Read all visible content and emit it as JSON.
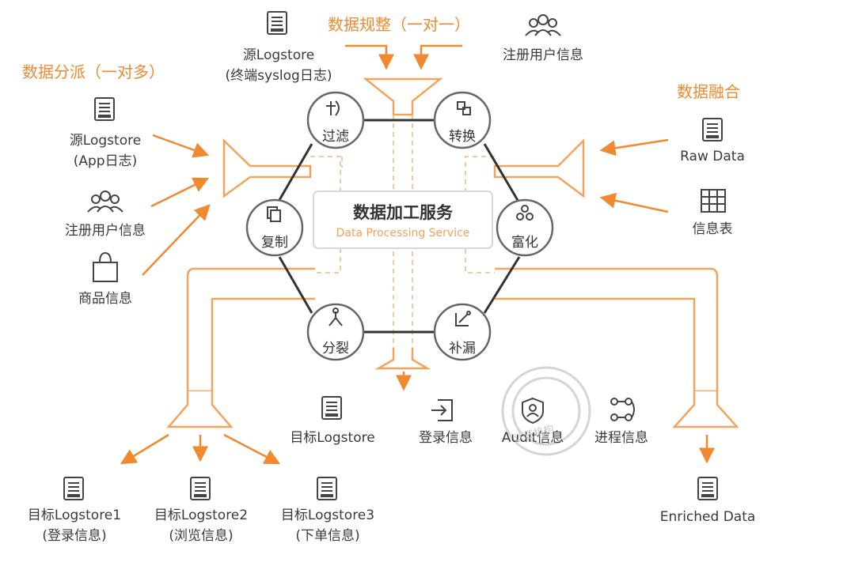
{
  "headings": {
    "data_regulate": "数据规整（一对一）",
    "data_dispatch": "数据分派（一对多）",
    "data_fusion": "数据融合"
  },
  "center": {
    "title_cn": "数据加工服务",
    "title_en": "Data Processing Service"
  },
  "operations": {
    "filter": "过滤",
    "convert": "转换",
    "copy": "复制",
    "enrich": "富化",
    "split": "分裂",
    "fill": "补漏"
  },
  "top_inputs": {
    "source_syslog_line1": "源Logstore",
    "source_syslog_line2": "(终端syslog日志)",
    "registered_users": "注册用户信息"
  },
  "left_inputs": {
    "source_app_line1": "源Logstore",
    "source_app_line2": "(App日志)",
    "registered_users": "注册用户信息",
    "product_info": "商品信息"
  },
  "right_inputs": {
    "raw_data": "Raw Data",
    "info_table": "信息表"
  },
  "bottom_outputs": {
    "target_logstore": "目标Logstore",
    "login_info": "登录信息",
    "audit_info": "Audit信息",
    "process_info": "进程信息"
  },
  "dispatch_outputs": [
    {
      "line1": "目标Logstore1",
      "line2": "(登录信息)"
    },
    {
      "line1": "目标Logstore2",
      "line2": "(浏览信息)"
    },
    {
      "line1": "目标Logstore3",
      "line2": "(下单信息)"
    }
  ],
  "fusion_output": "Enriched Data",
  "stamp_text": "认证机构",
  "icons": [
    "logstore-icon",
    "users-icon",
    "bag-icon",
    "table-icon",
    "login-icon",
    "audit-shield-icon",
    "process-icon",
    "filter-icon",
    "convert-icon",
    "copy-icon",
    "enrich-icon",
    "split-icon",
    "fill-icon"
  ],
  "colors": {
    "accent": "#f0892f",
    "pipe": "#f3a45c",
    "hex": "#333333",
    "text": "#3a3a3a"
  }
}
